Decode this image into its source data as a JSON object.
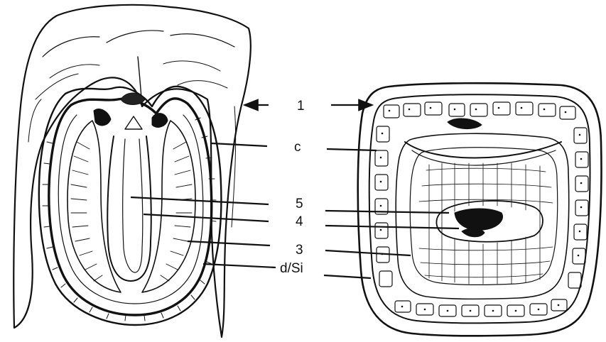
{
  "labels": {
    "l1": "1",
    "lc": "c",
    "l5": "5",
    "l4": "4",
    "l3": "3",
    "ldsi": "d/Si"
  },
  "colors": {
    "ink": "#111111",
    "paper": "#ffffff"
  }
}
